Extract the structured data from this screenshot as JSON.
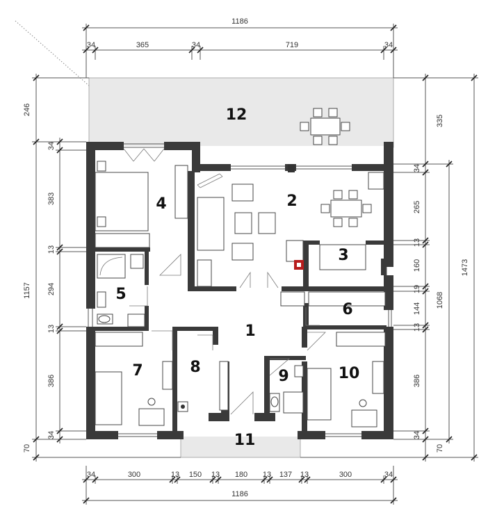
{
  "dimensions": {
    "top_total": "1186",
    "top_segments": [
      "34",
      "365",
      "34",
      "719",
      "34"
    ],
    "bottom_total": "1186",
    "bottom_segments": [
      "34",
      "300",
      "13",
      "150",
      "13",
      "180",
      "13",
      "137",
      "13",
      "300",
      "34"
    ],
    "left_outer_top": "246",
    "left_total": "1157",
    "left_segments": [
      "34",
      "383",
      "13",
      "294",
      "13",
      "386",
      "34"
    ],
    "left_bottom": "70",
    "right_top": "335",
    "right_segments": [
      "34",
      "265",
      "13",
      "160",
      "19",
      "144",
      "13",
      "386",
      "34"
    ],
    "right_bottom": "70",
    "right_mid_total": "1068",
    "right_total": "1473"
  },
  "rooms": {
    "r1": "1",
    "r2": "2",
    "r3": "3",
    "r4": "4",
    "r5": "5",
    "r6": "6",
    "r7": "7",
    "r8": "8",
    "r9": "9",
    "r10": "10",
    "r11": "11",
    "r12": "12"
  },
  "colors": {
    "wall": "#3a3a3a",
    "terrace": "#e9e9e9",
    "chimney": "#b71c1c"
  }
}
